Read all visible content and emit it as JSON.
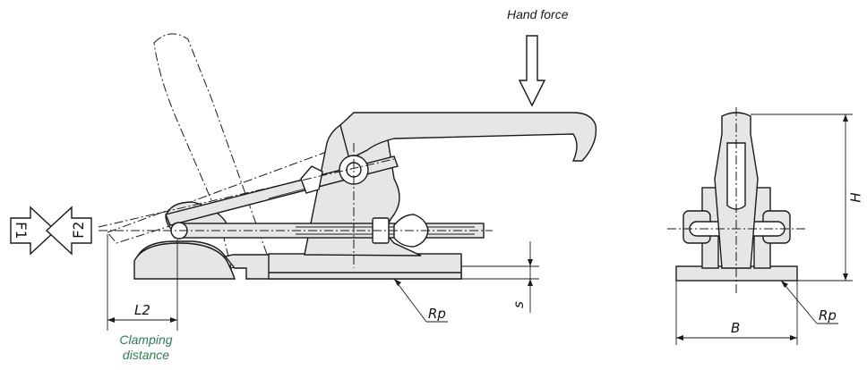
{
  "labels": {
    "hand_force": "Hand force",
    "clamping_distance_line1": "Clamping",
    "clamping_distance_line2": "distance",
    "f1": "F1",
    "f2": "F2",
    "l2": "L2",
    "s": "s",
    "rp_left": "Rp",
    "rp_right": "Rp",
    "b": "B",
    "h": "H"
  },
  "colors": {
    "line": "#1a1a1a",
    "part_fill": "#e6e6e6",
    "note_green": "#2e7d4f"
  }
}
